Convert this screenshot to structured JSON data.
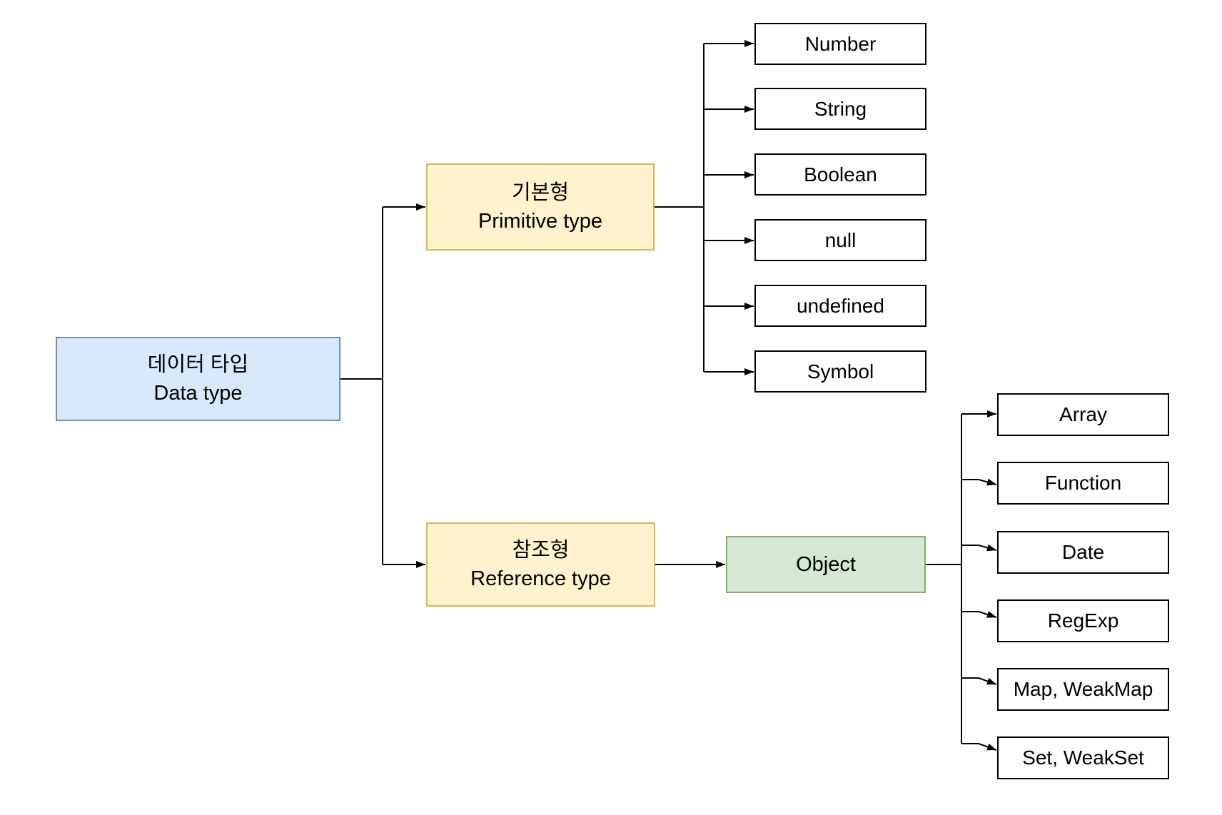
{
  "diagram": {
    "type": "flowchart",
    "background": "#ffffff",
    "nodes": {
      "data_type": {
        "korean": "데이터 타입",
        "english": "Data type"
      },
      "primitive_type": {
        "korean": "기본형",
        "english": "Primitive type"
      },
      "reference_type": {
        "korean": "참조형",
        "english": "Reference type"
      },
      "object": {
        "label": "Object"
      },
      "primitive_children": [
        "Number",
        "String",
        "Boolean",
        "null",
        "undefined",
        "Symbol"
      ],
      "object_children": [
        "Array",
        "Function",
        "Date",
        "RegExp",
        "Map, WeakMap",
        "Set, WeakSet"
      ]
    },
    "hierarchy": {
      "root": "데이터 타입 / Data type",
      "branches": [
        {
          "category": "기본형 / Primitive type",
          "children": [
            "Number",
            "String",
            "Boolean",
            "null",
            "undefined",
            "Symbol"
          ]
        },
        {
          "category": "참조형 / Reference type",
          "children": [
            {
              "category": "Object",
              "children": [
                "Array",
                "Function",
                "Date",
                "RegExp",
                "Map, WeakMap",
                "Set, WeakSet"
              ]
            }
          ]
        }
      ]
    },
    "colors": {
      "data_type_fill": "#dae8fc",
      "data_type_border": "#6c8ebf",
      "category_fill": "#fff2cc",
      "category_border": "#d6b656",
      "object_fill": "#d5e8d4",
      "object_border": "#82b366",
      "leaf_fill": "#ffffff",
      "leaf_border": "#000000",
      "edge_color": "#000000"
    }
  }
}
